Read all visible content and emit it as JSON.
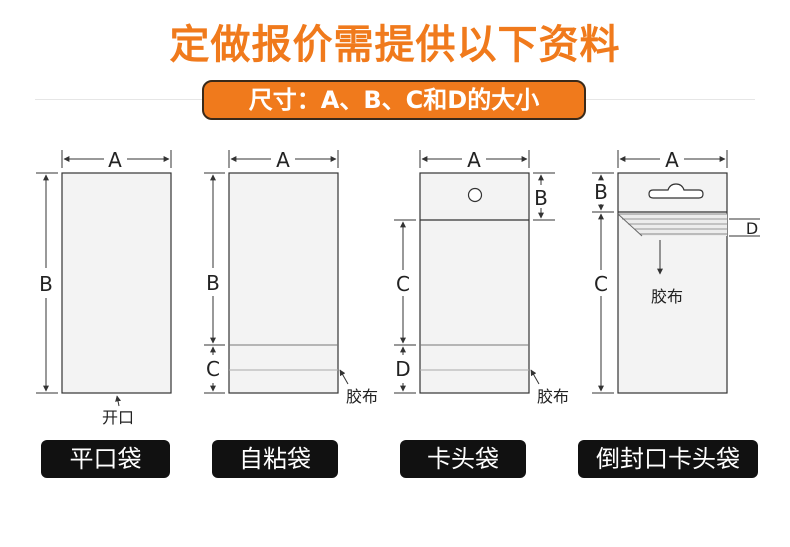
{
  "header": {
    "title": "定做报价需提供以下资料",
    "subtitle": "尺寸：A、B、C和D的大小"
  },
  "colors": {
    "accent": "#f07a1c",
    "label_bg": "#111111",
    "bag_fill": "#f3f3f3"
  },
  "dimension_letters": {
    "a": "A",
    "b": "B",
    "c": "C",
    "d": "D"
  },
  "annotations": {
    "opening": "开口",
    "adhesive": "胶布"
  },
  "bags": [
    {
      "name": "平口袋"
    },
    {
      "name": "自粘袋"
    },
    {
      "name": "卡头袋"
    },
    {
      "name": "倒封口卡头袋"
    }
  ]
}
